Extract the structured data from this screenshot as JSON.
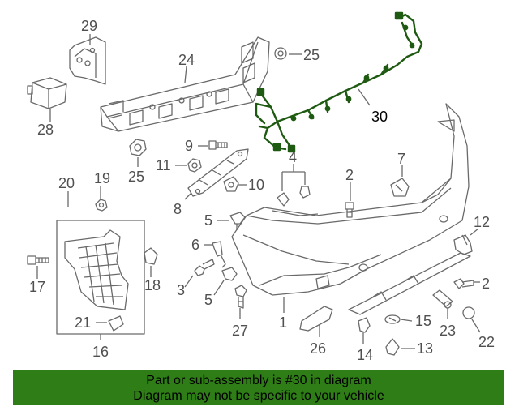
{
  "diagram": {
    "callouts": [
      "29",
      "25",
      "24",
      "28",
      "30",
      "9",
      "25",
      "11",
      "10",
      "4",
      "2",
      "7",
      "8",
      "20",
      "19",
      "5",
      "12",
      "6",
      "3",
      "17",
      "18",
      "5",
      "2",
      "15",
      "23",
      "22",
      "21",
      "16",
      "27",
      "1",
      "26",
      "14",
      "13"
    ]
  },
  "banner": {
    "line1": "Part or sub-assembly is #30 in diagram",
    "line2": "Diagram may not be specific to your vehicle",
    "background": "#2e7d16"
  },
  "colors": {
    "line": "#6a6a6a",
    "harness": "#1f5a12",
    "callout_highlight": "#000000"
  }
}
